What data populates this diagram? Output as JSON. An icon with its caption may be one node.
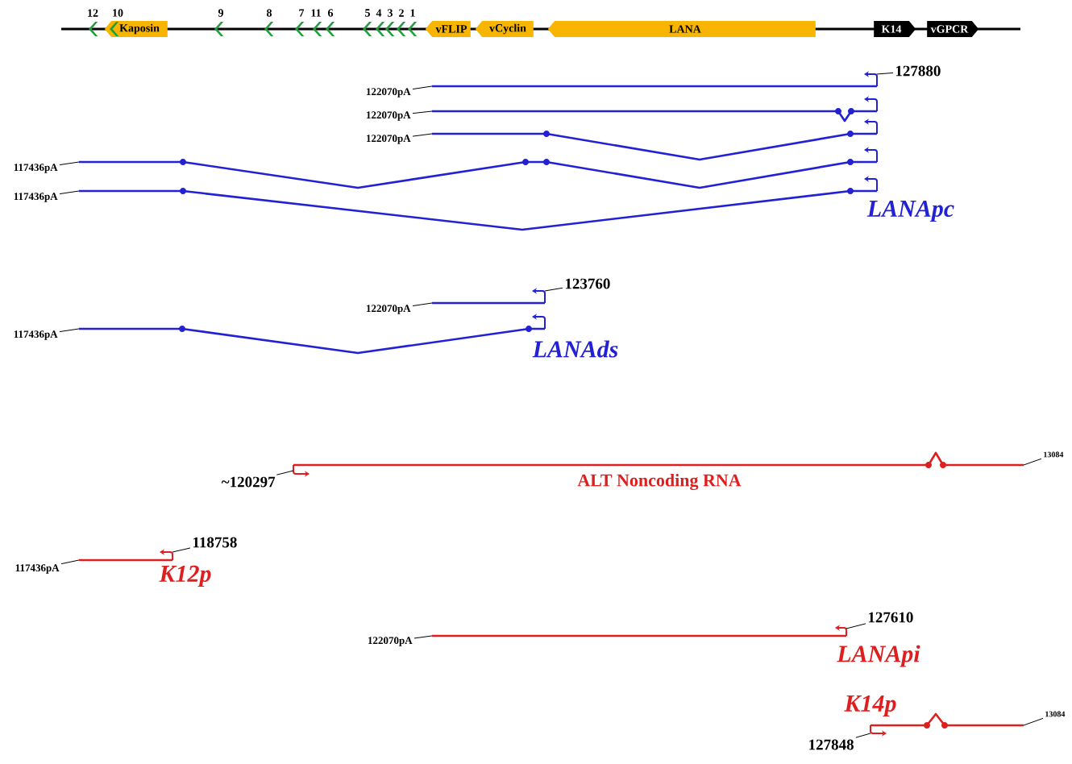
{
  "diagram": {
    "nodes": [
      {
        "text": [
          "Kaposin"
        ]
      },
      {
        "text": [
          "vFLIP"
        ]
      },
      {
        "text": [
          "vCyclin"
        ]
      },
      {
        "text": [
          "LANA"
        ]
      },
      {
        "text": [
          "K14"
        ]
      },
      {
        "text": [
          "vGPCR"
        ]
      },
      {
        "text": [
          "127880"
        ]
      },
      {
        "text": [
          "122070pA"
        ]
      },
      {
        "text": [],
        "shape": "line"
      },
      {
        "text": [
          "122070pA"
        ]
      },
      {
        "text": [],
        "shape": "line"
      },
      {
        "text": [
          "122070pA"
        ]
      },
      {
        "text": [],
        "shape": "line"
      },
      {
        "text": [
          "117436pA"
        ]
      },
      {
        "text": [],
        "shape": "line"
      },
      {
        "text": [
          "117436pA"
        ]
      },
      {
        "text": [],
        "shape": "line",
        "beside": [
          "LANApc"
        ]
      },
      {
        "text": [
          "123760"
        ]
      },
      {
        "text": [
          "122070pA"
        ]
      },
      {
        "text": [],
        "shape": "line"
      },
      {
        "text": [
          "117436pA"
        ]
      },
      {
        "text": [],
        "shape": "line",
        "beside": [
          "LANAds"
        ]
      },
      {
        "text": [
          "~120297"
        ]
      },
      {
        "text": [],
        "shape": "line",
        "beside": [
          "ALT Noncoding RNA"
        ]
      },
      {
        "text": [
          "13084"
        ]
      },
      {
        "text": [
          "118758"
        ]
      },
      {
        "text": [
          "117436pA"
        ]
      },
      {
        "text": [],
        "shape": "line",
        "beside": [
          "K12p"
        ]
      },
      {
        "text": [
          "127610"
        ]
      },
      {
        "text": [
          "122070pA"
        ]
      },
      {
        "text": [],
        "shape": "line",
        "beside": [
          "LANApi"
        ]
      },
      {
        "text": [
          "127848"
        ]
      },
      {
        "text": [],
        "shape": "line",
        "beside": [
          "K14p"
        ]
      },
      {
        "text": [
          "13084"
        ]
      }
    ],
    "edges": [
      {
        "from": 6,
        "to": 8,
        "arrow": "none"
      },
      {
        "from": 7,
        "to": 8,
        "arrow": "none"
      },
      {
        "from": 9,
        "to": 10,
        "arrow": "none"
      },
      {
        "from": 11,
        "to": 12,
        "arrow": "none"
      },
      {
        "from": 13,
        "to": 14,
        "arrow": "none"
      },
      {
        "from": 15,
        "to": 16,
        "arrow": "none"
      },
      {
        "from": 17,
        "to": 19,
        "arrow": "none"
      },
      {
        "from": 18,
        "to": 19,
        "arrow": "none"
      },
      {
        "from": 20,
        "to": 21,
        "arrow": "none"
      },
      {
        "from": 22,
        "to": 23,
        "arrow": "none"
      },
      {
        "from": 24,
        "to": 23,
        "arrow": "none"
      },
      {
        "from": 25,
        "to": 27,
        "arrow": "none"
      },
      {
        "from": 26,
        "to": 27,
        "arrow": "none"
      },
      {
        "from": 28,
        "to": 30,
        "arrow": "none"
      },
      {
        "from": 29,
        "to": 30,
        "arrow": "none"
      },
      {
        "from": 31,
        "to": 32,
        "arrow": "none"
      },
      {
        "from": 33,
        "to": 32,
        "arrow": "none"
      }
    ],
    "labels": [
      "12",
      "10",
      "9",
      "8",
      "7",
      "11",
      "6",
      "5",
      "4",
      "3",
      "2",
      "1"
    ]
  }
}
